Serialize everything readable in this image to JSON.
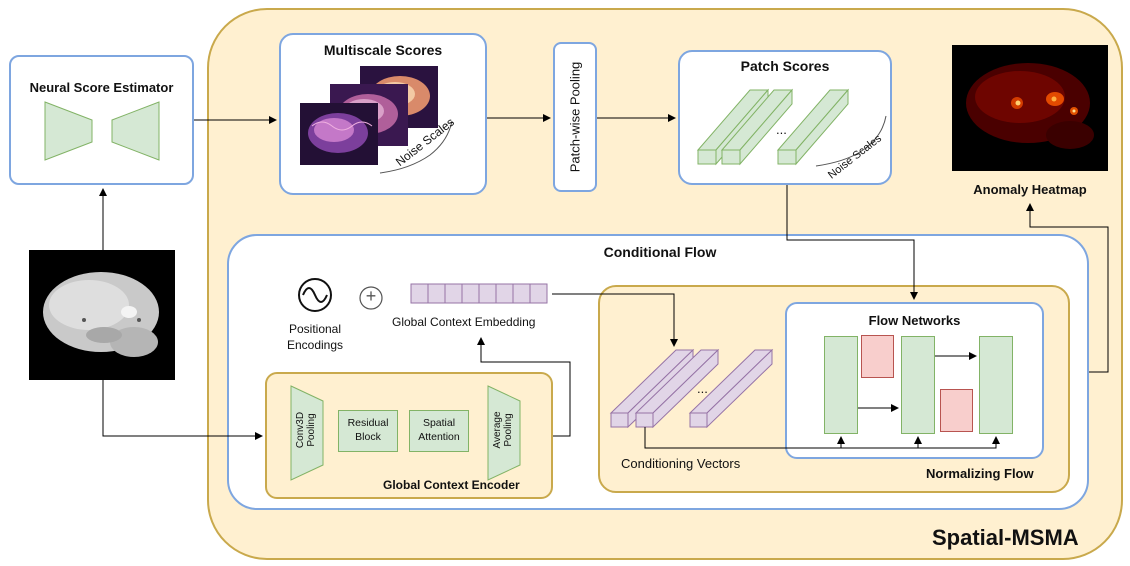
{
  "title": "Spatial-MSMA",
  "neural_score_estimator": {
    "title": "Neural Score Estimator"
  },
  "multiscale_scores": {
    "title": "Multiscale Scores",
    "noise_scales": "Noise Scales"
  },
  "patch_pooling": {
    "label": "Patch-wise Pooling"
  },
  "patch_scores": {
    "title": "Patch Scores",
    "ellipsis": "...",
    "noise_scales": "Noise Scales"
  },
  "anomaly_heatmap": {
    "title": "Anomaly Heatmap"
  },
  "conditional_flow": {
    "title": "Conditional Flow",
    "positional_encodings_line1": "Positional",
    "positional_encodings_line2": "Encodings",
    "plus": "+",
    "global_context_embedding": "Global Context Embedding"
  },
  "global_context_encoder": {
    "title": "Global Context Encoder",
    "conv_line1": "Conv3D",
    "conv_line2": "Pooling",
    "residual_line1": "Residual",
    "residual_line2": "Block",
    "spatial_line1": "Spatial",
    "spatial_line2": "Attention",
    "avg_line1": "Average",
    "avg_line2": "Pooling"
  },
  "normalizing_flow": {
    "title": "Normalizing Flow",
    "conditioning_vectors": "Conditioning Vectors",
    "ellipsis": "...",
    "flow_networks": "Flow Networks"
  },
  "colors": {
    "tan_fill": "#fff0d0",
    "tan_border": "#c9a94c",
    "blue_border": "#7ea6e0",
    "green_fill": "#d5e8d4",
    "green_border": "#82b366",
    "purple_fill": "#e1d5e7",
    "purple_border": "#9673a6",
    "red_fill": "#f8cecc",
    "red_border": "#b85450"
  }
}
